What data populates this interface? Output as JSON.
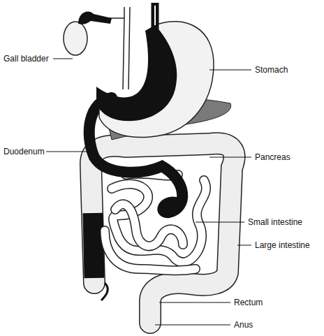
{
  "diagram": {
    "labels": [
      "Gall bladder",
      "Stomach",
      "Duodenum",
      "Pancreas",
      "Small intestine",
      "Large intestine",
      "Rectum",
      "Anus"
    ]
  }
}
